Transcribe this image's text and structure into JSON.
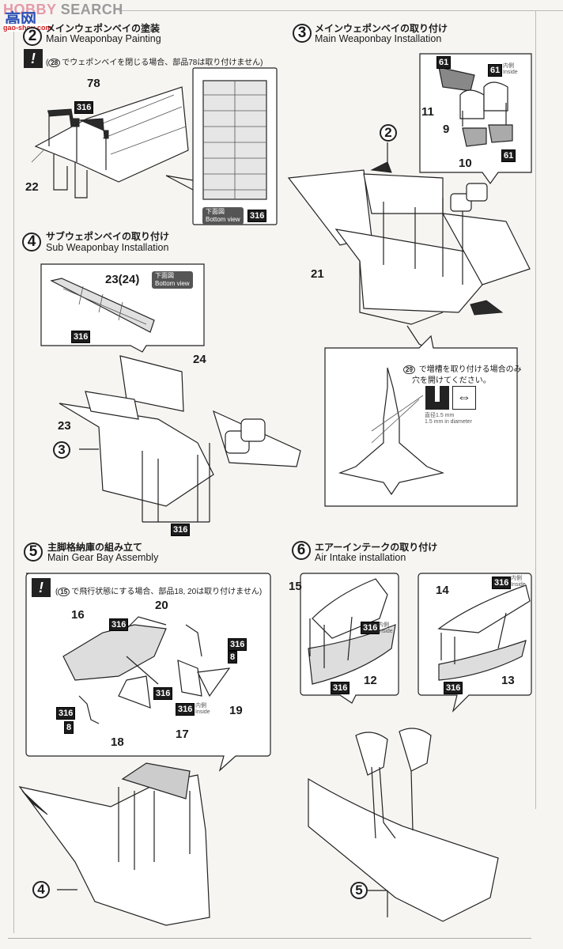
{
  "watermark": {
    "brand_a": "HOBBY",
    "brand_b": "SEARCH",
    "site_cn": "高网",
    "site_url": "gao-shou.com"
  },
  "steps": [
    {
      "number": "2",
      "title_jp": "メインウェポンベイの塗装",
      "title_en": "Main Weaponbay Painting",
      "caution_note_ref": "28",
      "caution_note": "でウェポンベイを閉じる場合、部品78は取り付けません)",
      "caution_prefix": "(",
      "parts": [
        "78",
        "22"
      ],
      "paint_codes": [
        "316",
        "316"
      ],
      "inset": {
        "tag_jp": "下面図",
        "tag_en": "Bottom view",
        "paint": "316"
      }
    },
    {
      "number": "3",
      "title_jp": "メインウェポンベイの取り付け",
      "title_en": "Main Weaponbay Installation",
      "ref_step": "2",
      "parts": [
        "21",
        "11",
        "9",
        "10"
      ],
      "inset": {
        "paint_codes": [
          "61",
          "61",
          "61"
        ],
        "inside_jp": "内側",
        "inside_en": "Inside"
      },
      "detail_box": {
        "ref": "29",
        "note_line1": "で増槽を取り付ける場合のみ",
        "note_line2": "穴を開けてください。",
        "diameter_jp": "直径1.5 mm",
        "diameter_en": "1.5 mm in diameter"
      }
    },
    {
      "number": "4",
      "title_jp": "サブウェポンベイの取り付け",
      "title_en": "Sub Weaponbay Installation",
      "ref_step": "3",
      "parts": [
        "24",
        "23"
      ],
      "paint_codes": [
        "316"
      ],
      "inset": {
        "part": "23(24)",
        "tag_jp": "下面図",
        "tag_en": "Bottom view",
        "paint": "316"
      }
    },
    {
      "number": "5",
      "title_jp": "主脚格納庫の組み立て",
      "title_en": "Main Gear Bay Assembly",
      "ref_step": "4",
      "caution_note_ref": "15",
      "caution_note": "で飛行状態にする場合、部品18, 20は取り付けません)",
      "caution_prefix": "(",
      "parts": [
        "16",
        "20",
        "19",
        "17",
        "18"
      ],
      "paint_codes": [
        "316",
        "316",
        "8",
        "316",
        "316",
        "316",
        "8"
      ],
      "inside_jp": "内側",
      "inside_en": "Inside"
    },
    {
      "number": "6",
      "title_jp": "エアーインテークの取り付け",
      "title_en": "Air Intake installation",
      "ref_step": "5",
      "left_box": {
        "parts": [
          "15",
          "12"
        ],
        "paint_codes": [
          "316",
          "316"
        ],
        "inside_jp": "内側",
        "inside_en": "Inside"
      },
      "right_box": {
        "parts": [
          "14",
          "13"
        ],
        "paint_codes": [
          "316",
          "316"
        ],
        "inside_jp": "内側",
        "inside_en": "Inside"
      }
    }
  ]
}
